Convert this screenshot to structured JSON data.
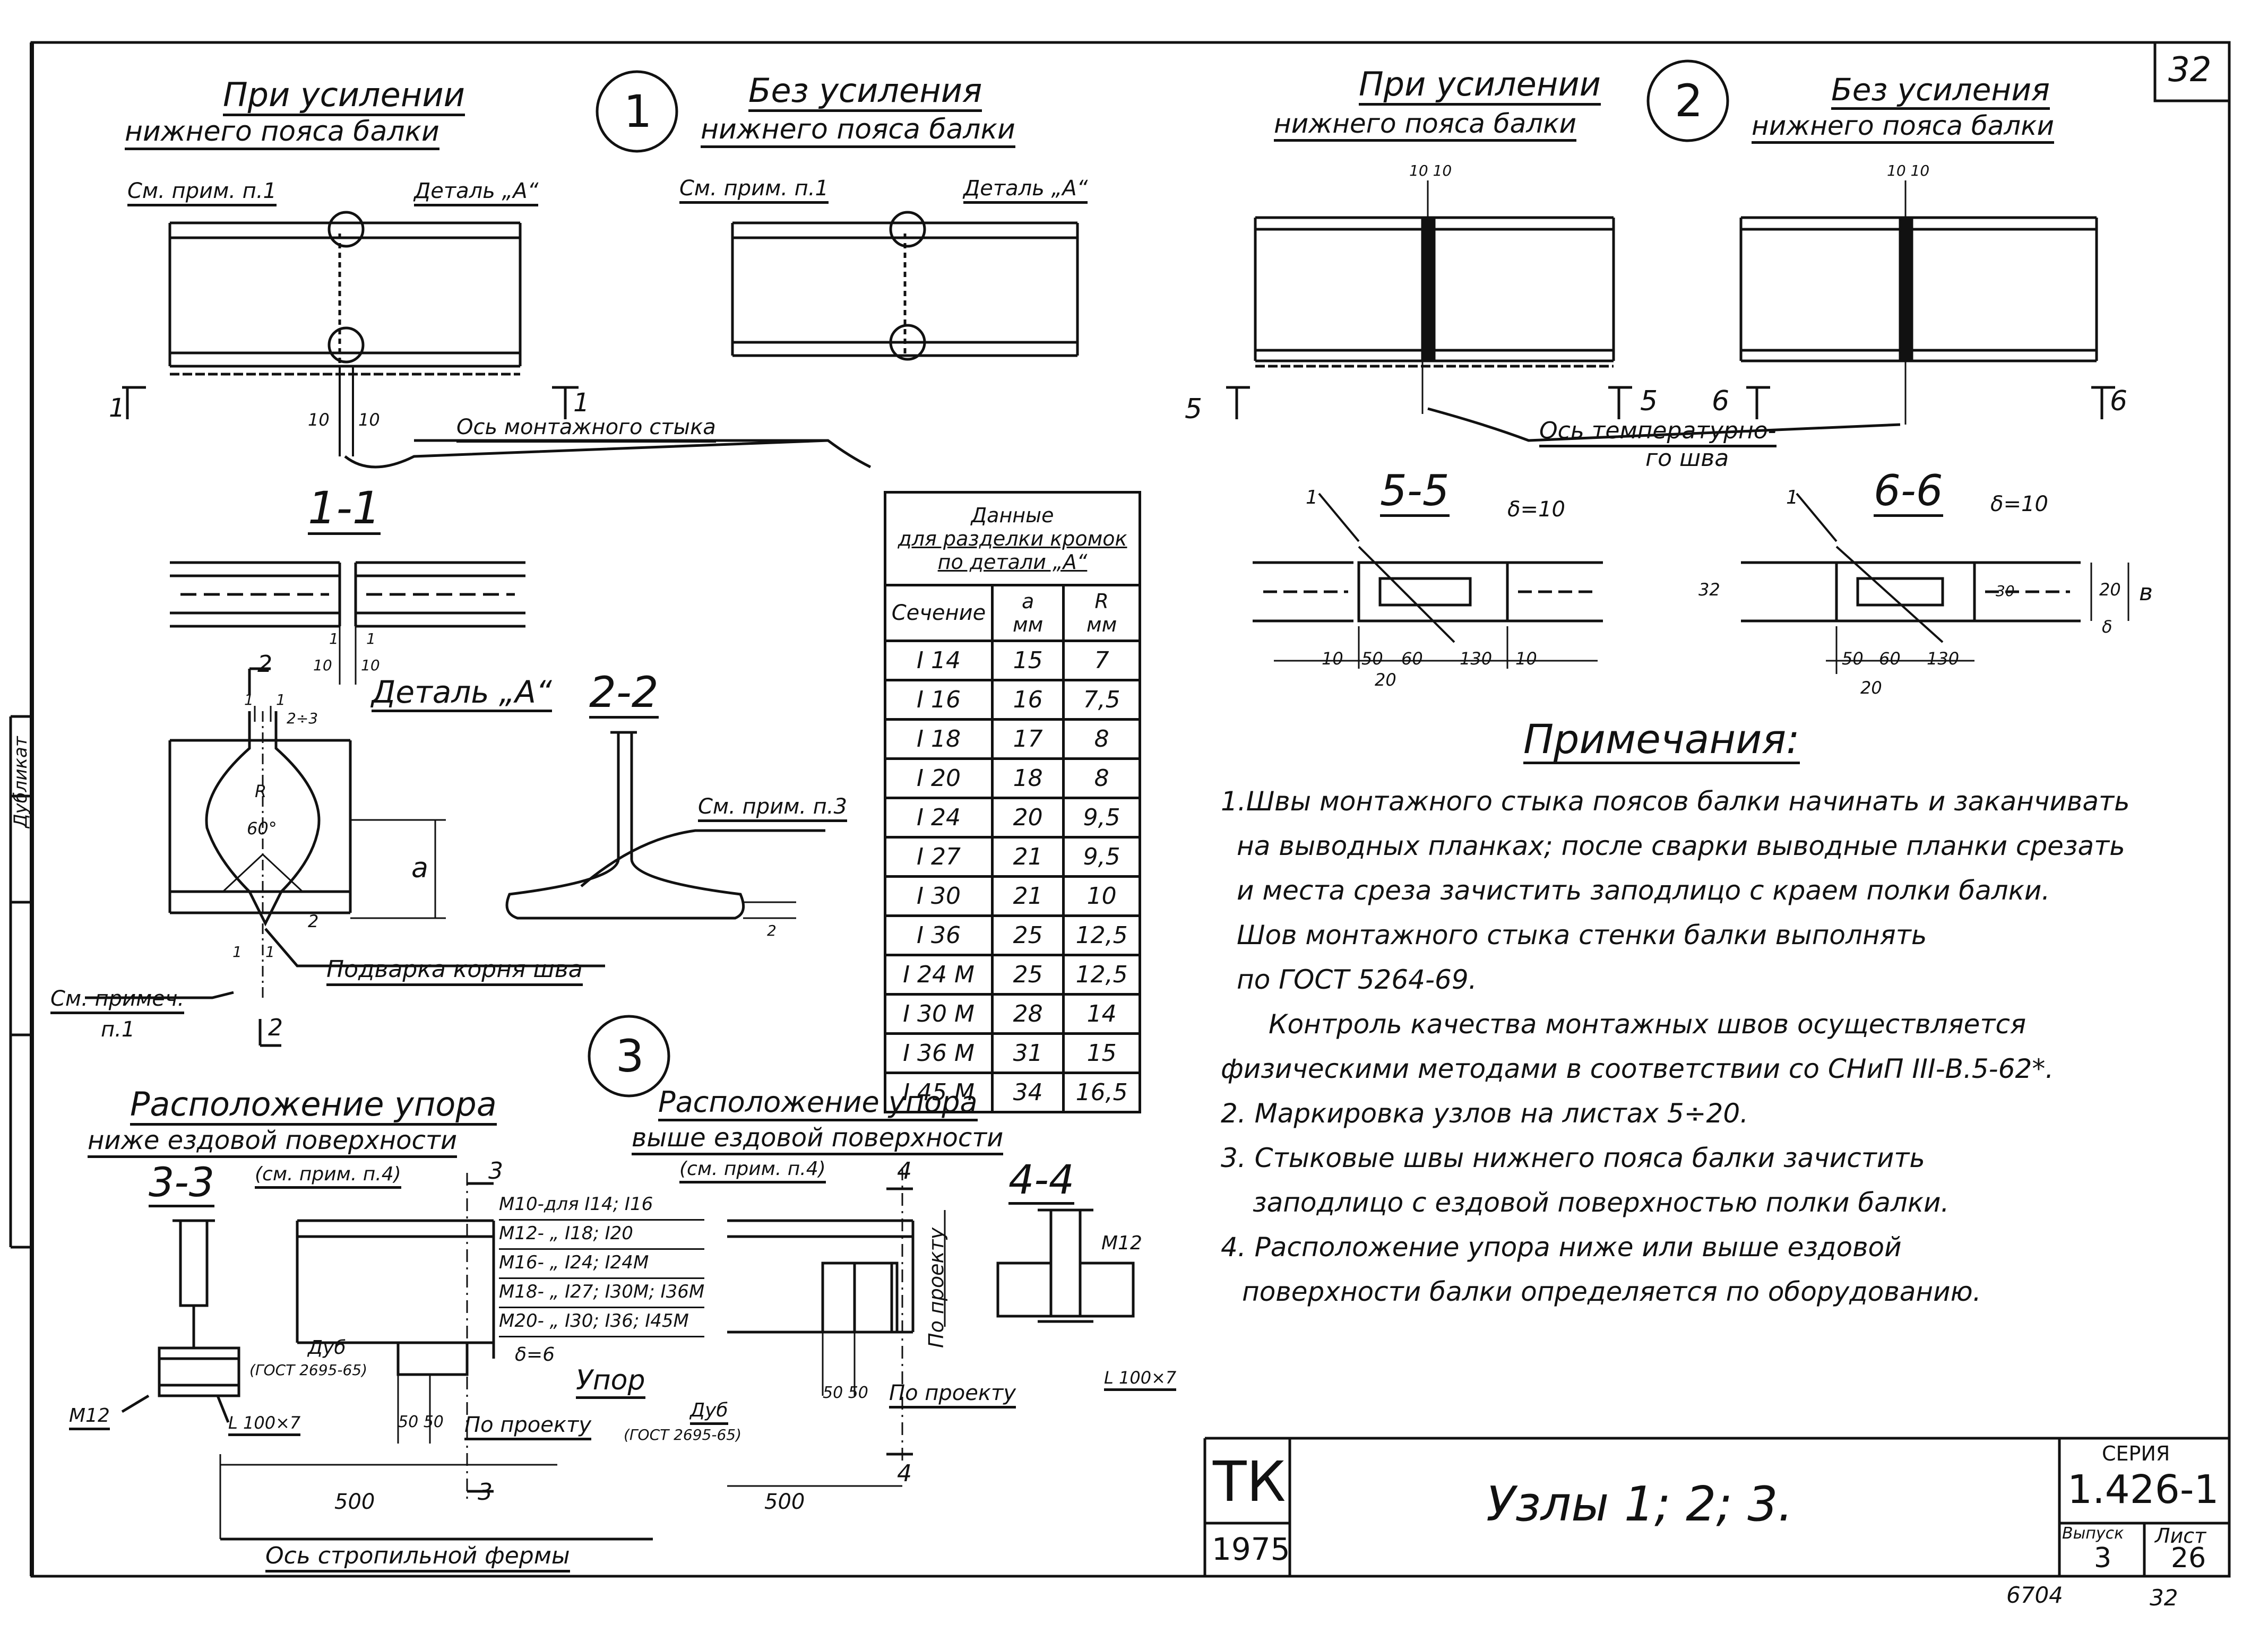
{
  "sheet": {
    "page_number": "32",
    "node1_number": "1",
    "node2_number": "2",
    "node3_number": "3"
  },
  "node1": {
    "left_title_line1": "При усилении",
    "left_title_line2": "нижнего пояса балки",
    "right_title_line1": "Без усиления",
    "right_title_line2": "нижнего пояса балки",
    "note_ref_left": "См. прим. п.1",
    "detail_ref_left": "Деталь „А“",
    "note_ref_right": "См. прим. п.1",
    "detail_ref_right": "Деталь „А“",
    "section_mark_left": "1",
    "section_mark_right": "1",
    "dim_10a": "10",
    "dim_10b": "10",
    "axis_label": "Ось монтажного стыка"
  },
  "section_1_1": {
    "title": "1-1",
    "dim_1a": "1",
    "dim_1b": "1",
    "dim_10a": "10",
    "dim_10b": "10"
  },
  "detail_a": {
    "title": "Деталь „А“",
    "mark_2_top": "2",
    "dim_1_top": "1",
    "dim_1_top2": "1",
    "dim_2to3": "2÷3",
    "label_r": "R",
    "angle": "60°",
    "label_a": "a",
    "mark_2_bottom": "2",
    "dim_1_bottom": "1",
    "dim_1_bottom2": "1",
    "dim_2_side": "2",
    "root_weld_label": "Подварка корня шва",
    "note_ref_line1": "См. примеч.",
    "note_ref_line2": "п.1"
  },
  "section_2_2": {
    "title": "2-2",
    "note_ref": "См. прим. п.3",
    "dim_2": "2"
  },
  "edge_table": {
    "title_line1": "Данные",
    "title_line2": "для разделки кромок",
    "title_line3": "по детали „А“",
    "col_section": "Сечение",
    "col_a": "a",
    "col_a_unit": "мм",
    "col_r": "R",
    "col_r_unit": "мм",
    "rows": [
      [
        "I 14",
        "15",
        "7"
      ],
      [
        "I 16",
        "16",
        "7,5"
      ],
      [
        "I 18",
        "17",
        "8"
      ],
      [
        "I 20",
        "18",
        "8"
      ],
      [
        "I 24",
        "20",
        "9,5"
      ],
      [
        "I 27",
        "21",
        "9,5"
      ],
      [
        "I 30",
        "21",
        "10"
      ],
      [
        "I 36",
        "25",
        "12,5"
      ],
      [
        "I 24 M",
        "25",
        "12,5"
      ],
      [
        "I 30 M",
        "28",
        "14"
      ],
      [
        "I 36 M",
        "31",
        "15"
      ],
      [
        "I 45 M",
        "34",
        "16,5"
      ]
    ]
  },
  "node2": {
    "left_title_line1": "При усилении",
    "left_title_line2": "нижнего пояса балки",
    "right_title_line1": "Без усиления",
    "right_title_line2": "нижнего пояса балки",
    "dim_10_10_left": "10 10",
    "dim_10_10_right": "10 10",
    "mark_5_left": "5",
    "mark_5_right": "5",
    "mark_6_left": "6",
    "mark_6_right": "6",
    "axis_label_line1": "Ось температурно-",
    "axis_label_line2": "го шва"
  },
  "section_5_5": {
    "title": "5-5",
    "weld_mark": "1",
    "thickness": "δ=10",
    "dims": [
      "10",
      "50",
      "60",
      "130",
      "10"
    ],
    "dim_20": "20"
  },
  "section_6_6": {
    "title": "6-6",
    "weld_mark": "1",
    "thickness": "δ=10",
    "dim_32": "32",
    "dim_30": "30",
    "dim_20v": "20",
    "dim_b": "в",
    "dim_delta": "δ",
    "dims": [
      "50",
      "60",
      "130"
    ],
    "dim_20": "20"
  },
  "notes": {
    "title": "Примечания:",
    "lines": [
      "1.Швы монтажного стыка поясов балки начинать и заканчивать",
      "на выводных планках; после сварки выводные планки срезать",
      "и места среза зачистить заподлицо с краем полки балки.",
      "Шов монтажного стыка стенки балки выполнять",
      "по ГОСТ 5264-69.",
      "Контроль качества монтажных швов осуществляется",
      "физическими методами в соответствии со СНиП III-В.5-62*.",
      "2. Маркировка узлов на листах 5÷20.",
      "3. Стыковые швы нижнего пояса балки зачистить",
      "заподлицо с ездовой поверхностью полки балки.",
      "4. Расположение упора ниже или выше ездовой",
      "поверхности балки определяется по оборудованию."
    ]
  },
  "node3": {
    "left_title_line1": "Расположение упора",
    "left_title_line2": "ниже ездовой поверхности",
    "right_title_line1": "Расположение упора",
    "right_title_line2": "выше ездовой поверхности",
    "section_3_3": "3-3",
    "note_ref_left": "(см. прим. п.4)",
    "note_ref_right": "(см. прим. п.4)",
    "section_4_4": "4-4",
    "bolt_lines": [
      "М10-для I14; I16",
      "М12- „ I18; I20",
      "М16- „ I24; I24М",
      "М18- „ I27; I30М; I36М",
      "М20- „ I30; I36; I45М"
    ],
    "oak_left_line1": "Дуб",
    "oak_left_line2": "(ГОСТ 2695-65)",
    "thickness": "δ=6",
    "stop_label": "Упор",
    "m12_left": "М12",
    "angle_left": "L 100×7",
    "dim_50_50_left": "50 50",
    "by_project_left": "По проекту",
    "mark_3_top": "3",
    "mark_3_bottom": "3",
    "dim_500_left": "500",
    "truss_axis": "Ось стропильной фермы",
    "oak_right_line1": "Дуб",
    "oak_right_line2": "(ГОСТ 2695-65)",
    "dim_500_right": "500",
    "mark_4_top": "4",
    "mark_4_bottom": "4",
    "dim_50_50_right": "50 50",
    "by_project_right": "По проекту",
    "by_project_vertical": "По проекту",
    "m12_right": "М12",
    "angle_right": "L 100×7"
  },
  "title_block": {
    "org": "ТК",
    "year": "1975",
    "title": "Узлы 1; 2; 3.",
    "series_label": "СЕРИЯ",
    "series": "1.426-1",
    "issue_label": "Выпуск",
    "issue": "3",
    "sheet_label": "Лист",
    "sheet": "26"
  },
  "footer": {
    "code": "6704",
    "page": "32"
  },
  "side_stamp": {
    "text": "Дубликат"
  }
}
